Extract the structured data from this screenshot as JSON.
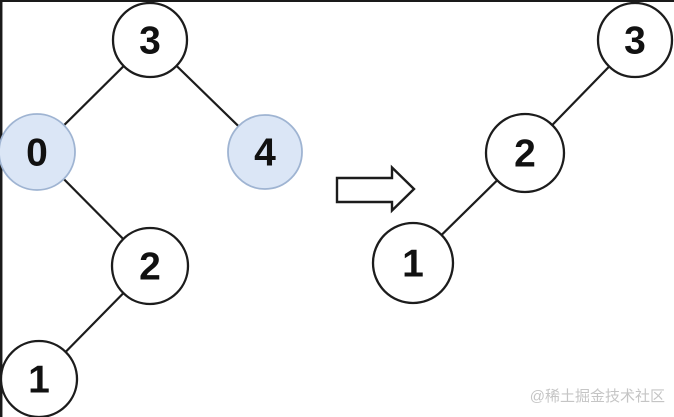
{
  "diagram": {
    "type": "binary-tree-transformation",
    "before": {
      "nodes": {
        "root": {
          "value": "3",
          "highlighted": false
        },
        "left": {
          "value": "0",
          "highlighted": true
        },
        "right": {
          "value": "4",
          "highlighted": true
        },
        "left_right": {
          "value": "2",
          "highlighted": false
        },
        "left_right_left": {
          "value": "1",
          "highlighted": false
        }
      },
      "edges": [
        "3-0",
        "3-4",
        "0-2",
        "2-1"
      ]
    },
    "after": {
      "nodes": {
        "root": {
          "value": "3",
          "highlighted": false
        },
        "left": {
          "value": "2",
          "highlighted": false
        },
        "left_left": {
          "value": "1",
          "highlighted": false
        }
      },
      "edges": [
        "3-2",
        "2-1"
      ]
    },
    "arrow": {
      "direction": "right"
    }
  },
  "colors": {
    "background": "#ffffff",
    "node_fill": "#ffffff",
    "node_stroke": "#1c1c1c",
    "highlight_fill": "#dbe6f6",
    "highlight_stroke": "#9fb4d2",
    "edge_stroke": "#1c1c1c",
    "text": "#111111",
    "watermark": "#c5c5c5"
  },
  "watermark": {
    "text": "@稀土掘金技术社区"
  }
}
